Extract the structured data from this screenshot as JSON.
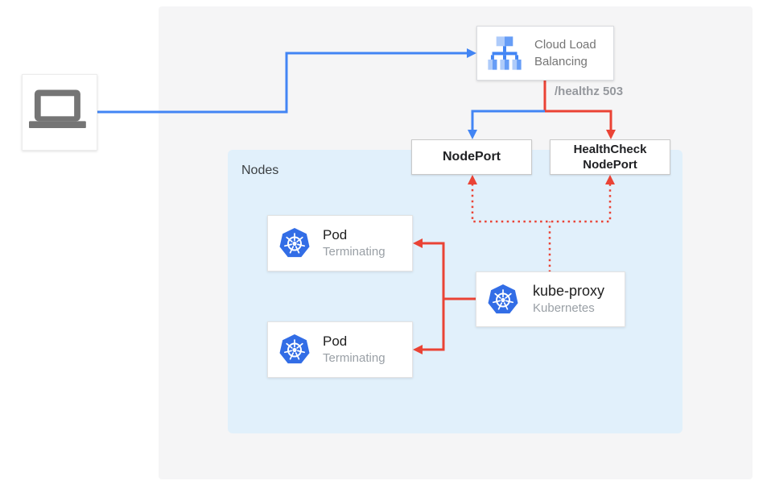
{
  "diagram": {
    "client": {
      "icon": "laptop-icon"
    },
    "cloud_load_balancing": {
      "label": "Cloud Load Balancing",
      "icon": "cloud-load-balancing-icon"
    },
    "edge_label": "/healthz 503",
    "nodeport": {
      "label": "NodePort"
    },
    "healthcheck_nodeport": {
      "label": "HealthCheck NodePort"
    },
    "nodes_group": {
      "label": "Nodes"
    },
    "pods": [
      {
        "title": "Pod",
        "status": "Terminating",
        "icon": "kubernetes-icon"
      },
      {
        "title": "Pod",
        "status": "Terminating",
        "icon": "kubernetes-icon"
      }
    ],
    "kube_proxy": {
      "title": "kube-proxy",
      "subtitle": "Kubernetes",
      "icon": "kubernetes-icon"
    }
  },
  "colors": {
    "blue_connector": "#4285f4",
    "red_connector": "#ea4335",
    "nodes_container_bg": "#e1f0fb",
    "canvas_bg": "#f5f5f6",
    "kubernetes_blue": "#326de6",
    "icon_blue_light": "#aecbfa",
    "icon_blue_mid": "#669df6",
    "icon_gray": "#757575",
    "label_gray": "#757575",
    "edge_label_gray": "#95989d",
    "dark_text": "#202124",
    "muted_text": "#9aa0a6"
  }
}
